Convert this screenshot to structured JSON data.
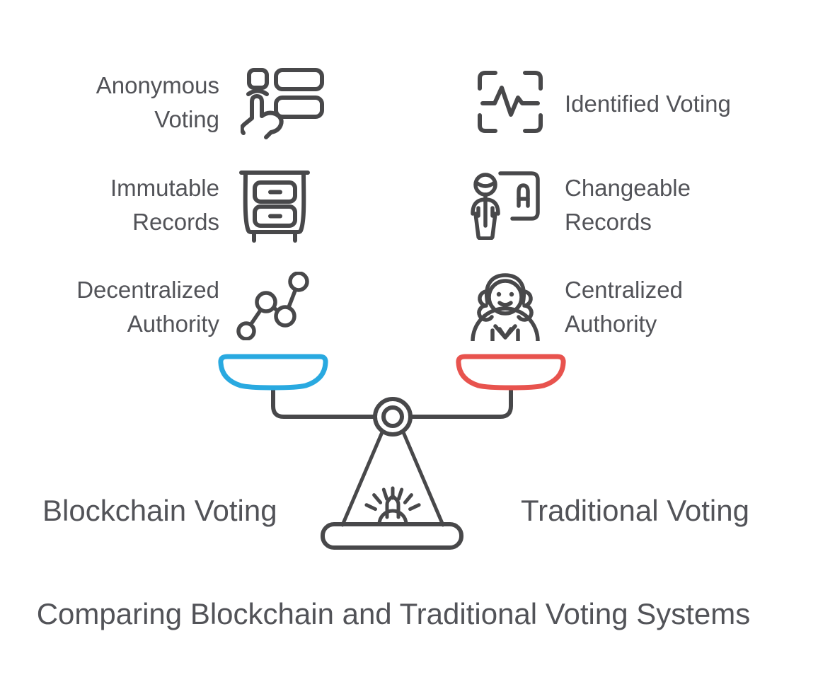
{
  "title": "Comparing Blockchain and Traditional Voting Systems",
  "colors": {
    "line": "#48484a",
    "text": "#525358",
    "blue_pan": "#29a9e0",
    "red_pan": "#e8534e"
  },
  "left": {
    "label": "Blockchain Voting",
    "pan_color_note": "blue pan on the blockchain side",
    "features": [
      {
        "lines": [
          "Anonymous",
          "Voting"
        ],
        "icon": "ballot-hand-icon"
      },
      {
        "lines": [
          "Immutable",
          "Records"
        ],
        "icon": "filing-cabinet-icon"
      },
      {
        "lines": [
          "Decentralized",
          "Authority"
        ],
        "icon": "network-nodes-icon"
      }
    ]
  },
  "right": {
    "label": "Traditional Voting",
    "pan_color_note": "red pan on the traditional side",
    "features": [
      {
        "lines": [
          "Identified Voting"
        ],
        "icon": "biometric-scan-icon"
      },
      {
        "lines": [
          "Changeable",
          "Records"
        ],
        "icon": "person-presenting-icon"
      },
      {
        "lines": [
          "Centralized",
          "Authority"
        ],
        "icon": "judge-icon"
      }
    ]
  },
  "center": {
    "icon": "balance-scale-icon"
  }
}
